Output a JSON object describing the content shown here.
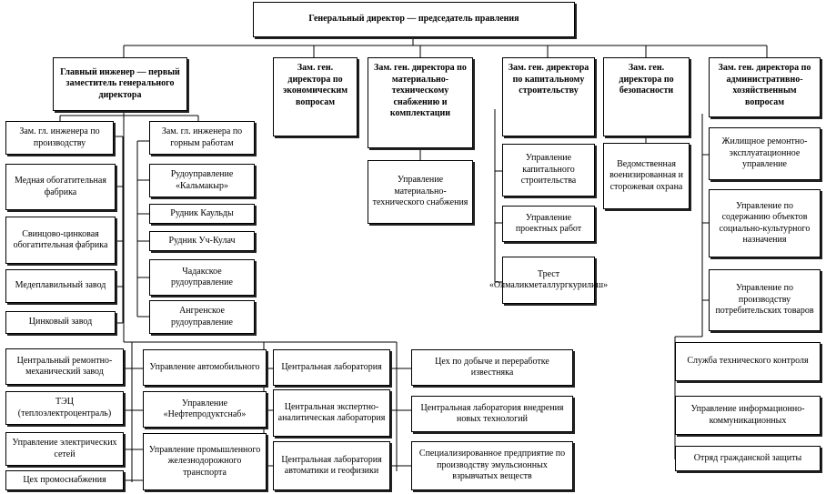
{
  "title": "Генеральный директор — председатель правления",
  "chief_engineer": "Главный инженер — первый заместитель генерального директора",
  "deputies": {
    "economic": "Зам. ген. директора по экономическим вопросам",
    "supply": "Зам. ген. директора по материально-техническому снабжению и комплектации",
    "construction": "Зам. ген. директора по капитальному строительству",
    "security": "Зам. ген. директора по безопасности",
    "admin": "Зам. ген. директора по административно-хозяйственным вопросам"
  },
  "production": {
    "head": "Зам. гл. инженера по производству",
    "items": [
      "Медная обогатительная фабрика",
      "Свинцово-цинковая обогатительная фабрика",
      "Медеплавильный завод",
      "Цинковый завод"
    ]
  },
  "mining": {
    "head": "Зам. гл. инженера по горным работам",
    "items": [
      "Рудоуправление «Кальмакыр»",
      "Рудник Каульды",
      "Рудник Уч-Кулач",
      "Чадакское рудоуправление",
      "Ангренское рудоуправление"
    ]
  },
  "supply_sub": "Управление материально-технического снабжения",
  "construction_sub": [
    "Управление капитального строительства",
    "Управление проектных работ",
    "Трест «Олмаликметаллургкурилиш»"
  ],
  "security_sub": "Ведомственная военизированная и сторожевая охрана",
  "admin_sub": [
    "Жилищное ремонтно-эксплуатационное управление",
    "Управление по содержанию объектов социально-культурного назначения",
    "Управление по производству потребительских товаров"
  ],
  "admin_more": [
    "Служба технического контроля",
    "Управление информационно-коммуникационных",
    "Отряд гражданской защиты"
  ],
  "bottom_col1": [
    "Центральный ремонтно-механический завод",
    "ТЭЦ (теплоэлектроцентраль)",
    "Управление электрических сетей",
    "Цех промоснабжения"
  ],
  "bottom_col2": [
    "Управление автомобильного",
    "Управление «Нефтепродуктснаб»",
    "Управление промышленного железнодорожного транспорта"
  ],
  "bottom_col3": [
    "Центральная лаборатория",
    "Центральная экспертно-аналитическая лаборатория",
    "Центральная лаборатория автоматики и геофизики"
  ],
  "bottom_col4": [
    "Цех по добыче и переработке известняка",
    "Центральная лаборатория внедрения новых технологий",
    "Специализированное предприятие по производству эмульсионных взрывчатых веществ"
  ]
}
